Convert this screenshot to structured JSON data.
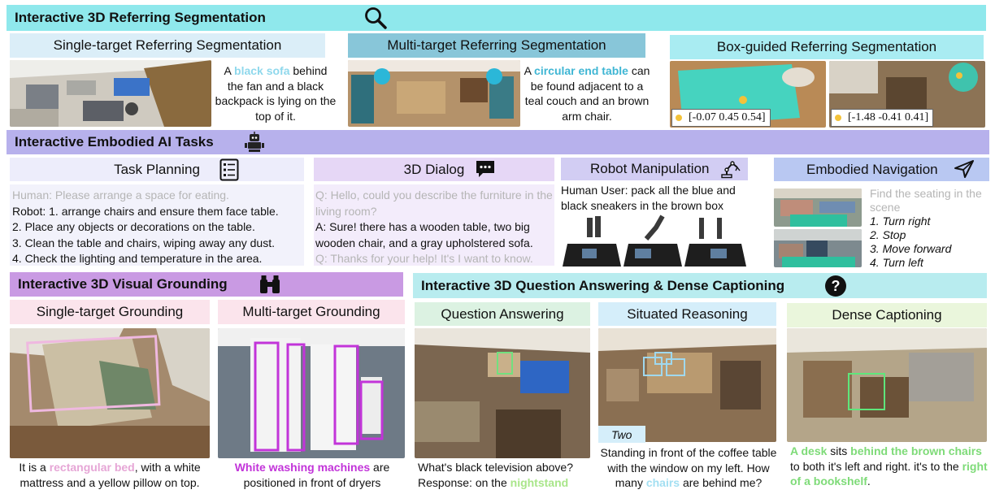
{
  "header1": {
    "title": "Interactive 3D Referring Segmentation"
  },
  "header2": {
    "title": "Interactive Embodied AI Tasks"
  },
  "header3": {
    "title": "Interactive 3D Visual Grounding"
  },
  "header4": {
    "title": "Interactive 3D Question Answering & Dense Captioning"
  },
  "seg": {
    "single": {
      "title": "Single-target Referring Segmentation",
      "pre": "A ",
      "hl": "black sofa",
      "post": " behind the fan and a black backpack is lying on the top of it."
    },
    "multi": {
      "title": "Multi-target Referring Segmentation",
      "pre": "A ",
      "hl": "circular end table",
      "post": " can be found adjacent to a teal couch and an brown arm chair."
    },
    "box": {
      "title": "Box-guided Referring Segmentation",
      "coord1": "[-0.07 0.45 0.54]",
      "coord2": "[-1.48 -0.41 0.41]"
    }
  },
  "embodied": {
    "planning": {
      "title": "Task Planning",
      "human": "Human: Please arrange a space for eating.",
      "lines": [
        "Robot: 1. arrange chairs and ensure them face table.",
        "2. Place any objects or decorations on the table.",
        "3. Clean the table and chairs, wiping away any dust.",
        "4. Check the lighting and temperature in the area."
      ]
    },
    "dialog": {
      "title": "3D Dialog",
      "q1": "Q: Hello, could you describe the furniture in the living room?",
      "a1": "A: Sure! there has a wooden table, two big wooden chair, and a gray upholstered sofa.",
      "q2": "Q: Thanks for your help! It's I want to know."
    },
    "manip": {
      "title": "Robot Manipulation",
      "text": "Human User: pack all the blue and black sneakers in the brown box"
    },
    "nav": {
      "title": "Embodied Navigation",
      "prompt": "Find the seating in the scene",
      "steps": [
        "1. Turn right",
        "2. Stop",
        "3. Move forward",
        "4. Turn left"
      ]
    }
  },
  "grounding": {
    "single": {
      "title": "Single-target Grounding",
      "pre": "It is a ",
      "hl": "rectangular bed",
      "post": ", with a white mattress and a yellow pillow on top."
    },
    "multi": {
      "title": "Multi-target Grounding",
      "hl": "White washing machines",
      "post": " are positioned in front of dryers"
    }
  },
  "qa": {
    "qa": {
      "title": "Question Answering",
      "q": "What's black television above?",
      "resp": "Response: on the ",
      "hl": "nightstand"
    },
    "sr": {
      "title": "Situated Reasoning",
      "answer": "Two",
      "text1": "Standing in front of the coffee table with the window on my left. How many ",
      "hl": "chairs",
      "text2": " are behind me?"
    },
    "dc": {
      "title": "Dense Captioning",
      "hl1": "A desk",
      "t1": " sits ",
      "hl2": "behind the brown chairs",
      "t2": " to both it's left and right. it's to the ",
      "hl3": "right of a bookshelf",
      "t3": "."
    }
  },
  "colors": {
    "cyan": "#8fe8ec",
    "purple": "#b7b1ec",
    "violet": "#c99ae3",
    "teal": "#b8ecef"
  }
}
